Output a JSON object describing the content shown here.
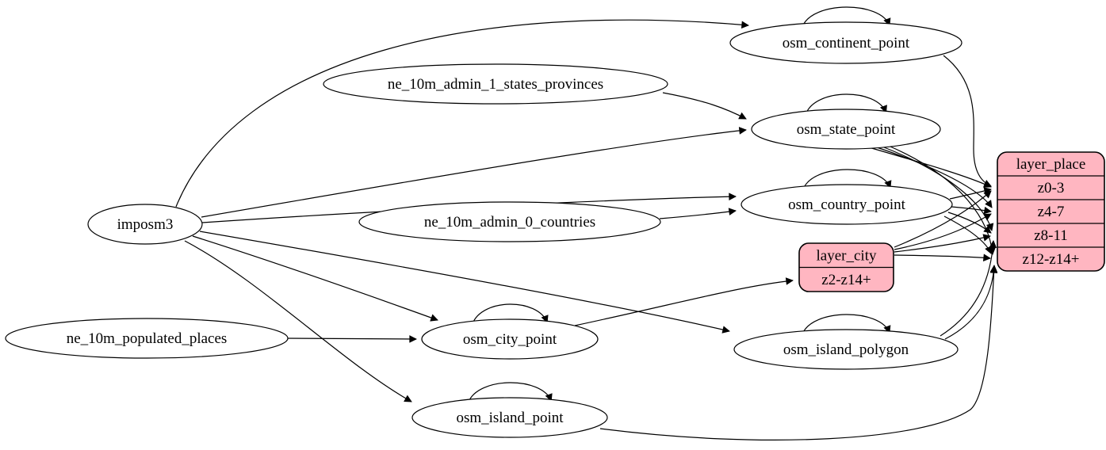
{
  "diagram": {
    "type": "etl-graph",
    "background": "#ffffff",
    "colors": {
      "node_fill": "#ffffff",
      "node_stroke": "#000000",
      "record_fill": "#ffb6c1",
      "edge": "#000000",
      "text": "#000000"
    },
    "nodes": [
      {
        "id": "imposm3",
        "type": "ellipse",
        "label": "imposm3"
      },
      {
        "id": "ne_10m_admin_1_states_provinces",
        "type": "ellipse",
        "label": "ne_10m_admin_1_states_provinces"
      },
      {
        "id": "ne_10m_admin_0_countries",
        "type": "ellipse",
        "label": "ne_10m_admin_0_countries"
      },
      {
        "id": "ne_10m_populated_places",
        "type": "ellipse",
        "label": "ne_10m_populated_places"
      },
      {
        "id": "osm_continent_point",
        "type": "ellipse",
        "label": "osm_continent_point"
      },
      {
        "id": "osm_state_point",
        "type": "ellipse",
        "label": "osm_state_point"
      },
      {
        "id": "osm_country_point",
        "type": "ellipse",
        "label": "osm_country_point"
      },
      {
        "id": "osm_city_point",
        "type": "ellipse",
        "label": "osm_city_point"
      },
      {
        "id": "osm_island_polygon",
        "type": "ellipse",
        "label": "osm_island_polygon"
      },
      {
        "id": "osm_island_point",
        "type": "ellipse",
        "label": "osm_island_point"
      },
      {
        "id": "layer_city",
        "type": "record",
        "label": "layer_city",
        "rows": [
          "z2-z14+"
        ]
      },
      {
        "id": "layer_place",
        "type": "record",
        "label": "layer_place",
        "rows": [
          "z0-3",
          "z4-7",
          "z8-11",
          "z12-z14+"
        ]
      }
    ],
    "edges": [
      {
        "from": "imposm3",
        "to": "osm_continent_point"
      },
      {
        "from": "imposm3",
        "to": "osm_state_point"
      },
      {
        "from": "imposm3",
        "to": "osm_country_point"
      },
      {
        "from": "imposm3",
        "to": "osm_city_point"
      },
      {
        "from": "imposm3",
        "to": "osm_island_polygon"
      },
      {
        "from": "imposm3",
        "to": "osm_island_point"
      },
      {
        "from": "ne_10m_admin_1_states_provinces",
        "to": "osm_state_point"
      },
      {
        "from": "ne_10m_admin_0_countries",
        "to": "osm_country_point"
      },
      {
        "from": "ne_10m_populated_places",
        "to": "osm_city_point"
      },
      {
        "from": "osm_continent_point",
        "to": "osm_continent_point"
      },
      {
        "from": "osm_state_point",
        "to": "osm_state_point"
      },
      {
        "from": "osm_country_point",
        "to": "osm_country_point"
      },
      {
        "from": "osm_city_point",
        "to": "osm_city_point"
      },
      {
        "from": "osm_island_polygon",
        "to": "osm_island_polygon"
      },
      {
        "from": "osm_island_point",
        "to": "osm_island_point"
      },
      {
        "from": "osm_continent_point",
        "to": "layer_place",
        "port": "z0-3"
      },
      {
        "from": "osm_state_point",
        "to": "layer_place",
        "port": "z0-3"
      },
      {
        "from": "osm_state_point",
        "to": "layer_place",
        "port": "z4-7"
      },
      {
        "from": "osm_state_point",
        "to": "layer_place",
        "port": "z8-11"
      },
      {
        "from": "osm_state_point",
        "to": "layer_place",
        "port": "z12-z14+"
      },
      {
        "from": "osm_country_point",
        "to": "layer_place",
        "port": "z0-3"
      },
      {
        "from": "osm_country_point",
        "to": "layer_place",
        "port": "z4-7"
      },
      {
        "from": "osm_country_point",
        "to": "layer_place",
        "port": "z8-11"
      },
      {
        "from": "osm_country_point",
        "to": "layer_place",
        "port": "z12-z14+"
      },
      {
        "from": "osm_city_point",
        "to": "layer_city",
        "port": "z2-z14+"
      },
      {
        "from": "layer_city",
        "to": "layer_place",
        "port": "z0-3"
      },
      {
        "from": "layer_city",
        "to": "layer_place",
        "port": "z4-7"
      },
      {
        "from": "layer_city",
        "to": "layer_place",
        "port": "z8-11"
      },
      {
        "from": "layer_city",
        "to": "layer_place",
        "port": "z12-z14+"
      },
      {
        "from": "osm_island_polygon",
        "to": "layer_place",
        "port": "z8-11"
      },
      {
        "from": "osm_island_polygon",
        "to": "layer_place",
        "port": "z12-z14+"
      },
      {
        "from": "osm_island_point",
        "to": "layer_place",
        "port": "z12-z14+"
      }
    ]
  }
}
